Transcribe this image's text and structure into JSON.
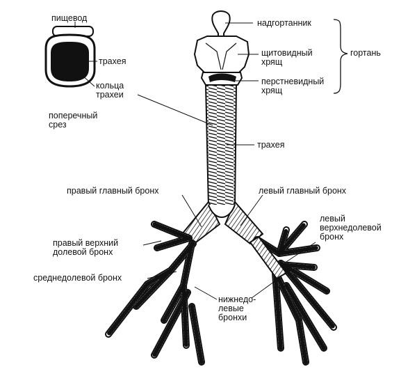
{
  "labels": {
    "esophagus": "пищевод",
    "trachea_section": "трахея",
    "tracheal_rings": [
      "кольца",
      "трахеи"
    ],
    "cross_section": [
      "поперечный",
      "срез"
    ],
    "epiglottis": "надгортанник",
    "thyroid_cartilage": [
      "щитовидный",
      "хрящ"
    ],
    "cricoid_cartilage": [
      "перстневидный",
      "хрящ"
    ],
    "larynx": "гортань",
    "trachea": "трахея",
    "right_main_bronchus": "правый главный бронх",
    "left_main_bronchus": "левый главный бронх",
    "left_upper_lobe_bronchus": [
      "левый",
      "верхнедолевой",
      "бронх"
    ],
    "right_upper_lobe_bronchus": [
      "правый верхний",
      "долевой бронх"
    ],
    "middle_lobe_bronchus": "среднедолевой бронх",
    "lower_lobe_bronchi": [
      "нижнедо-",
      "левые",
      "бронхи"
    ]
  }
}
